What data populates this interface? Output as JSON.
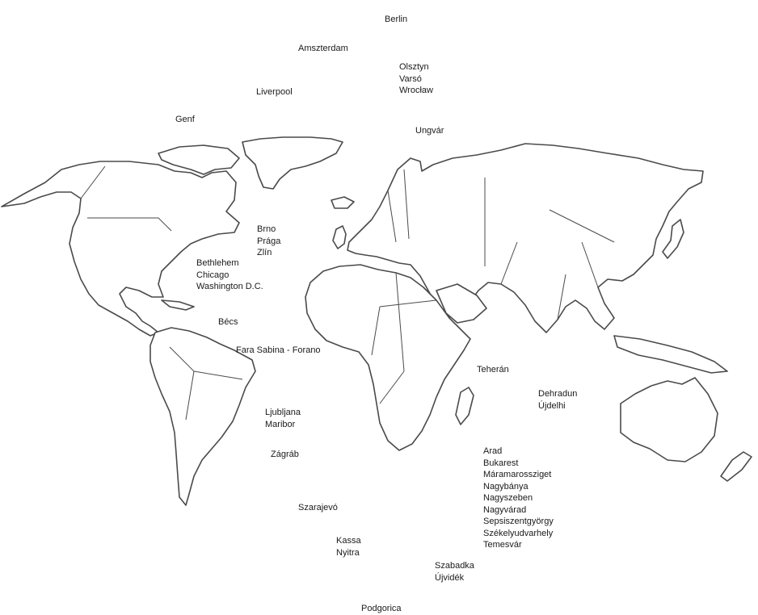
{
  "labels": {
    "berlin": [
      "Berlin"
    ],
    "amszterdam": [
      "Amszterdam"
    ],
    "olsztyn": [
      "Olsztyn",
      "Varsó",
      "Wrocław"
    ],
    "liverpool": [
      "Liverpool"
    ],
    "genf": [
      "Genf"
    ],
    "ungvar": [
      "Ungvár"
    ],
    "brno": [
      "Brno",
      "Prága",
      "Zlín"
    ],
    "bethlehem": [
      "Bethlehem",
      "Chicago",
      "Washington D.C."
    ],
    "becs": [
      "Bécs"
    ],
    "fara": [
      "Fara Sabina - Forano"
    ],
    "teheran": [
      "Teherán"
    ],
    "dehradun": [
      "Dehradun",
      "Újdelhi"
    ],
    "ljubljana": [
      "Ljubljana",
      "Maribor"
    ],
    "zagrab": [
      "Zágráb"
    ],
    "arad": [
      "Arad",
      "Bukarest",
      "Máramarossziget",
      "Nagybánya",
      "Nagyszeben",
      "Nagyvárad",
      "Sepsiszentgyörgy",
      "Székelyudvarhely",
      "Temesvár"
    ],
    "szarajevo": [
      "Szarajevó"
    ],
    "kassa": [
      "Kassa",
      "Nyitra"
    ],
    "szabadka": [
      "Szabadka",
      "Újvidék"
    ],
    "podgorica": [
      "Podgorica"
    ]
  },
  "colors": {
    "outline": "#4a4a4a",
    "text": "#1a1a1a",
    "background": "#ffffff"
  }
}
